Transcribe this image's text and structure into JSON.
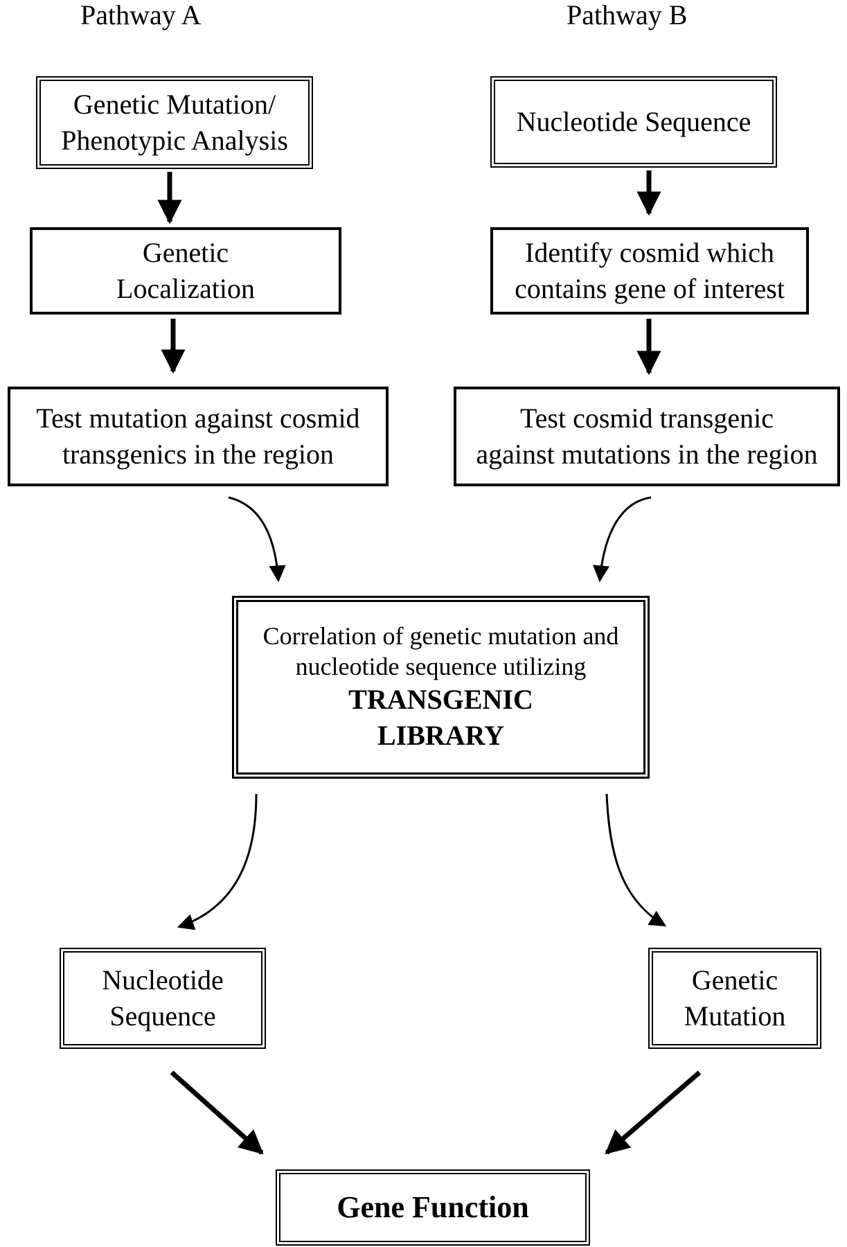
{
  "pathway_a": {
    "title": "Pathway A"
  },
  "pathway_b": {
    "title": "Pathway B"
  },
  "boxes": {
    "a1": {
      "lines": [
        "Genetic Mutation/",
        "Phenotypic Analysis"
      ]
    },
    "a2": {
      "lines": [
        "Genetic",
        "Localization"
      ]
    },
    "a3": {
      "lines": [
        "Test mutation against cosmid",
        "transgenics in the region"
      ]
    },
    "b1": {
      "lines": [
        "Nucleotide Sequence"
      ]
    },
    "b2": {
      "lines": [
        "Identify cosmid which",
        "contains gene of interest"
      ]
    },
    "b3": {
      "lines": [
        "Test cosmid transgenic",
        "against mutations in the region"
      ]
    },
    "center": {
      "lines": [
        "Correlation of genetic mutation and",
        "nucleotide sequence utilizing"
      ],
      "emphasis": [
        "TRANSGENIC",
        "LIBRARY"
      ]
    },
    "left_out": {
      "lines": [
        "Nucleotide",
        "Sequence"
      ]
    },
    "right_out": {
      "lines": [
        "Genetic",
        "Mutation"
      ]
    },
    "final": {
      "lines": [
        "Gene Function"
      ]
    }
  }
}
